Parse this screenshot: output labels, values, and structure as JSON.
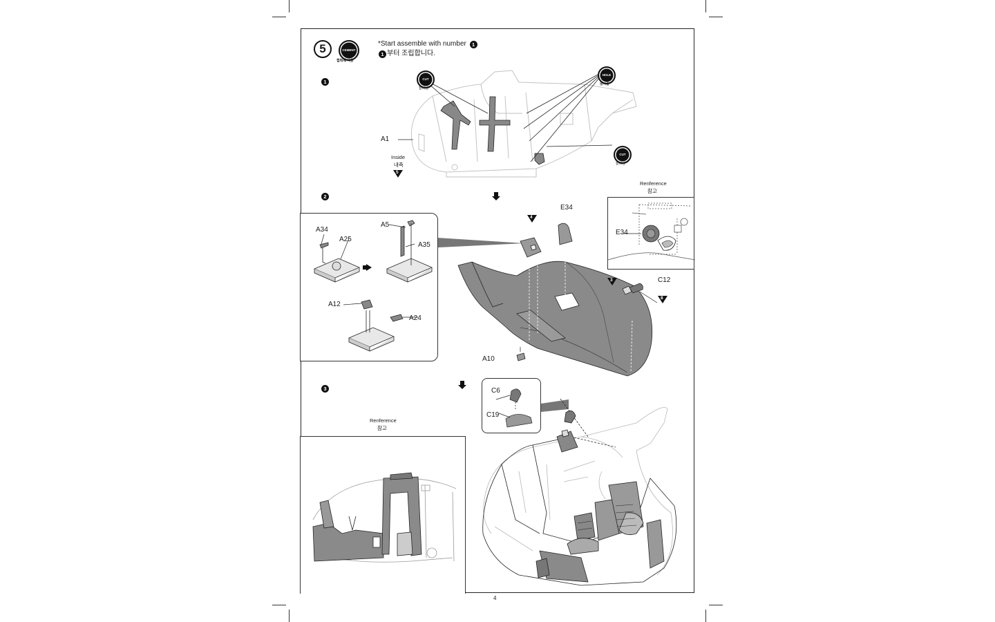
{
  "header": {
    "step_number": "5",
    "cement_badge": "CEMENT",
    "cement_ko": "접착제 사용",
    "instruction_en": "*Start assemble with number",
    "instruction_ko": "부터 조립합니다."
  },
  "substeps": {
    "one": "1",
    "two": "2",
    "three": "3",
    "header_ref": "1",
    "header_ref_ko": "1"
  },
  "step1": {
    "cut_badge": "CUT",
    "cut_ko": "잘라냄",
    "hole_badge": "HOLE",
    "hole_ko": "뚫어줌",
    "cut2_badge": "CUT",
    "cut2_ko": "잘라냄",
    "part_a1": "A1",
    "inside_en": "Inside",
    "inside_ko": "내측",
    "inside_ref": "5"
  },
  "reference1": {
    "title_en": "Renference",
    "title_ko": "참고",
    "part": "E34"
  },
  "step2": {
    "parts": {
      "a34": "A34",
      "a25": "A25",
      "a5": "A5",
      "a35": "A35",
      "a12": "A12",
      "a24": "A24",
      "e34": "E34",
      "c12": "C12",
      "a10": "A10"
    },
    "ref_top": "4",
    "ref_c12_left": "3",
    "ref_c12_right": "8"
  },
  "step3": {
    "parts": {
      "c6": "C6",
      "c19": "C19"
    },
    "reference_title_en": "Renference",
    "reference_title_ko": "참고"
  },
  "page_number": "4",
  "colors": {
    "part_gray": "#8a8a8a",
    "outline": "#222222",
    "light_line": "#bcbcbc"
  }
}
